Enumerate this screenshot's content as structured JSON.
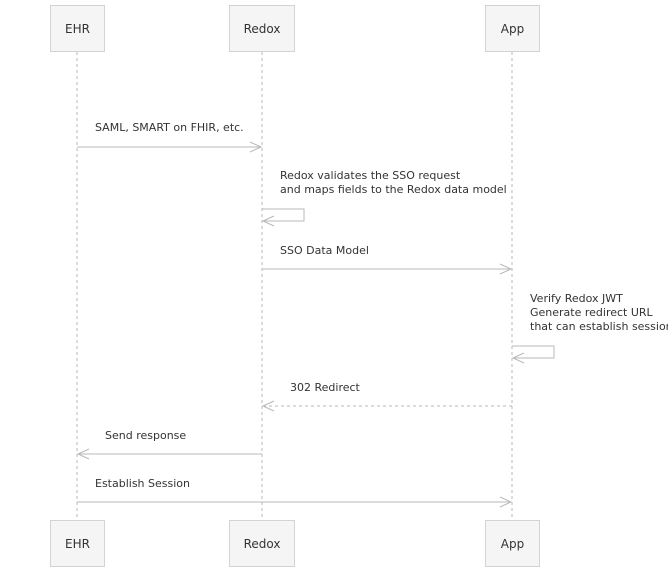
{
  "participants": [
    {
      "id": "ehr",
      "name": "EHR"
    },
    {
      "id": "redox",
      "name": "Redox"
    },
    {
      "id": "app",
      "name": "App"
    }
  ],
  "messages": [
    {
      "id": "m1",
      "from": "ehr",
      "to": "redox",
      "style": "solid",
      "text": "SAML, SMART on FHIR, etc."
    },
    {
      "id": "m2",
      "from": "redox",
      "to": "redox",
      "style": "solid",
      "text": "Redox validates the SSO request\nand maps fields to the Redox data model"
    },
    {
      "id": "m3",
      "from": "redox",
      "to": "app",
      "style": "solid",
      "text": "SSO Data Model"
    },
    {
      "id": "m4",
      "from": "app",
      "to": "app",
      "style": "solid",
      "text": "Verify Redox JWT\nGenerate redirect URL\nthat can establish session"
    },
    {
      "id": "m5",
      "from": "app",
      "to": "redox",
      "style": "dashed",
      "text": "302 Redirect"
    },
    {
      "id": "m6",
      "from": "redox",
      "to": "ehr",
      "style": "solid",
      "text": "Send response"
    },
    {
      "id": "m7",
      "from": "ehr",
      "to": "app",
      "style": "solid",
      "text": "Establish Session"
    }
  ],
  "colors": {
    "line": "#b9b9b9",
    "box_fill": "#f5f5f5",
    "box_border": "#d3d3d3",
    "text": "#333333"
  }
}
